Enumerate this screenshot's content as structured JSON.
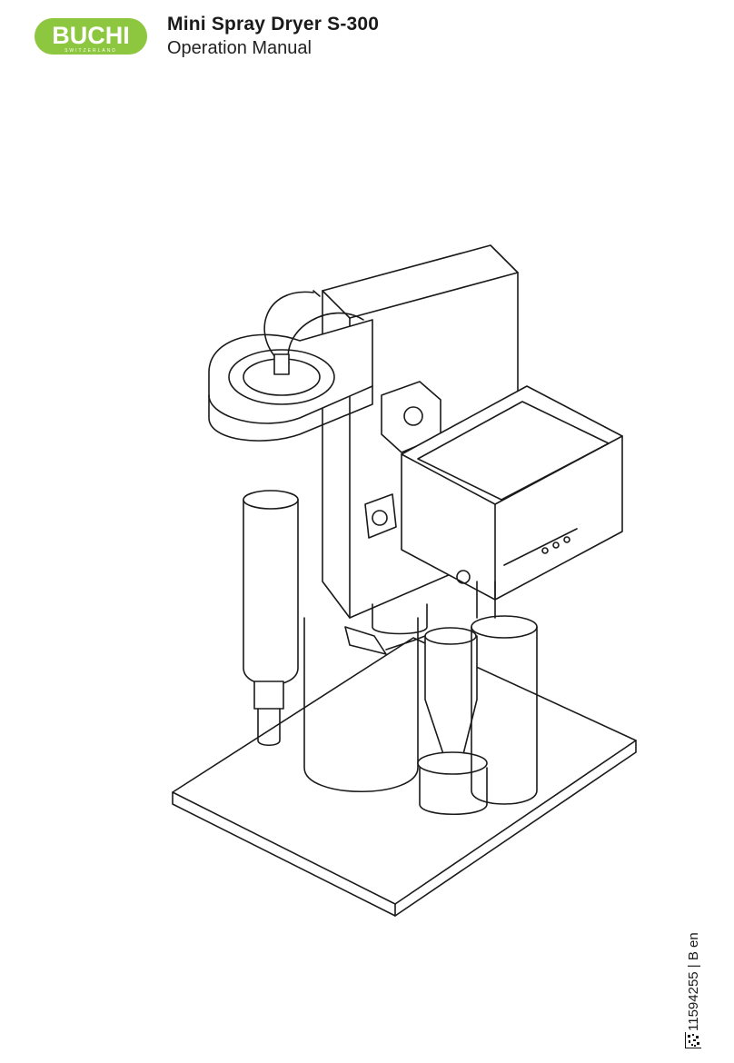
{
  "header": {
    "logo_text": "BUCHI",
    "logo_tagline": "SWITZERLAND",
    "title": "Mini Spray Dryer S-300",
    "subtitle": "Operation Manual"
  },
  "colors": {
    "brand_green": "#8dc63f",
    "logo_text": "#ffffff",
    "line_art": "#1a1a1a"
  },
  "footer": {
    "document_number": "11594255 | B en",
    "code_icon": "data-matrix-code-icon"
  }
}
